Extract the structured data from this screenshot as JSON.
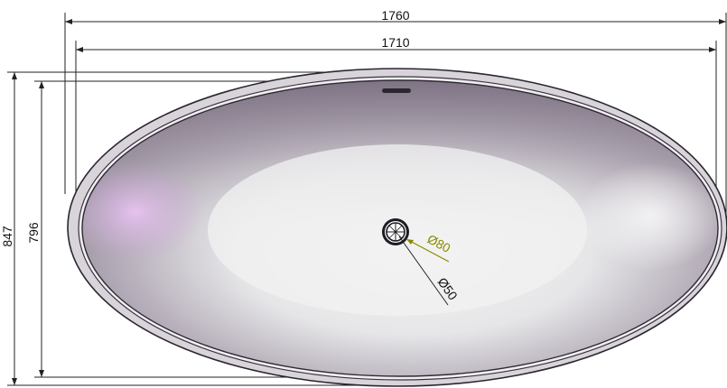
{
  "drawing": {
    "dimensions": {
      "outer_length": "1760",
      "inner_length": "1710",
      "outer_width": "847",
      "inner_width": "796"
    },
    "callouts": {
      "drain_outer": "Ø80",
      "drain_inner": "Ø50"
    },
    "colors": {
      "rim": "#3a3340",
      "basin_light": "#f3f3f3",
      "basin_shadow": "#8e8594",
      "highlight": "#d9b6e6",
      "callout_80": "#8a8a00"
    }
  }
}
